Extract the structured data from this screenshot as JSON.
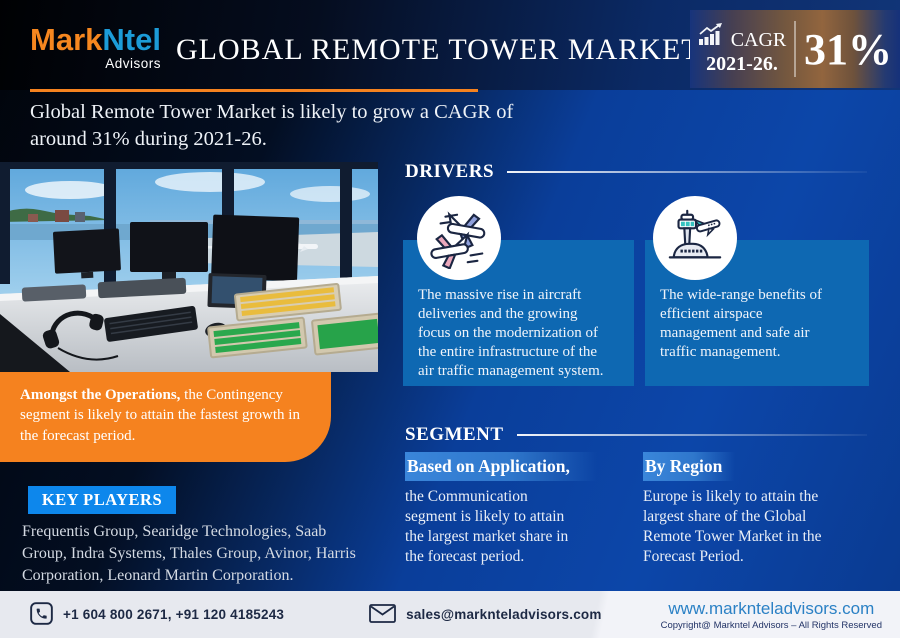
{
  "header": {
    "logo": {
      "mark": "Mark",
      "ntel": "Ntel",
      "advisors": "Advisors"
    },
    "title": "GLOBAL REMOTE TOWER MARKET",
    "cagr": {
      "label": "CAGR",
      "period": "2021-26.",
      "value": "31%",
      "icon": "growth-chart-icon"
    }
  },
  "intro": "Global Remote Tower Market is likely to grow a CAGR of\naround 31% during 2021-26.",
  "drivers": {
    "heading": "DRIVERS",
    "items": [
      {
        "icon": "aircraft-deliveries-icon",
        "text": "The massive rise in aircraft\ndeliveries and the growing\nfocus on the modernization of\nthe entire infrastructure of the\nair traffic management system."
      },
      {
        "icon": "control-tower-icon",
        "text": "The wide-range benefits of\nefficient airspace\nmanagement and safe air\ntraffic management."
      }
    ]
  },
  "operations_note": {
    "lead": "Amongst the Operations,",
    "rest": " the Contingency segment is likely to attain the fastest growth in the forecast period."
  },
  "key_players": {
    "heading": "KEY PLAYERS",
    "companies": "Frequentis Group, Searidge Technologies, Saab\nGroup, Indra Systems, Thales Group, Avinor, Harris\nCorporation, Leonard Martin Corporation."
  },
  "segment": {
    "heading": "SEGMENT",
    "items": [
      {
        "title": "Based on Application,",
        "text": "the Communication\nsegment is likely to attain\nthe largest market share in\nthe forecast period."
      },
      {
        "title": "By Region",
        "text": "Europe is likely to attain the\nlargest share of the Global\nRemote Tower Market in the\nForecast Period."
      }
    ]
  },
  "footer": {
    "phone": "+1 604 800 2671, +91 120 4185243",
    "email": "sales@marknteladvisors.com",
    "website": "www.marknteladvisors.com",
    "copyright": "Copyright@ Markntel Advisors – All Rights Reserved",
    "icons": [
      "phone-icon",
      "envelope-icon"
    ]
  },
  "colors": {
    "accent_orange": "#f5821f",
    "logo_orange": "#f6871f",
    "logo_blue": "#1c9cd8",
    "key_players_blue": "#0d87ec",
    "driver_card_blue": "#0e68b2",
    "background_blue": "#0a3e9a",
    "footer_link_blue": "#2b81c5"
  }
}
